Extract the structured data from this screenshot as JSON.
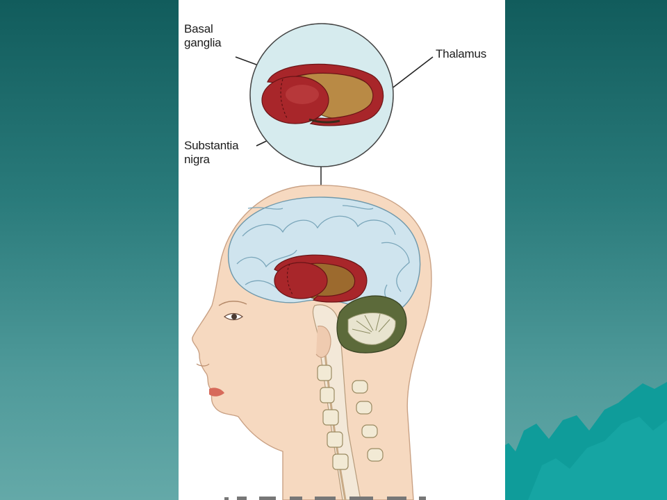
{
  "labels": {
    "basal_ganglia": "Basal\nganglia",
    "thalamus": "Thalamus",
    "substantia_nigra": "Substantia\nnigra"
  },
  "colors": {
    "background_top": "#115c5c",
    "background_bottom": "#64a9a8",
    "accent_teal": "#0f9c9a",
    "basal_ganglia_red": "#a8262a",
    "thalamus_tan": "#b98a45",
    "brain_blue": "#cfe4ee",
    "skin": "#f6d9c0"
  }
}
